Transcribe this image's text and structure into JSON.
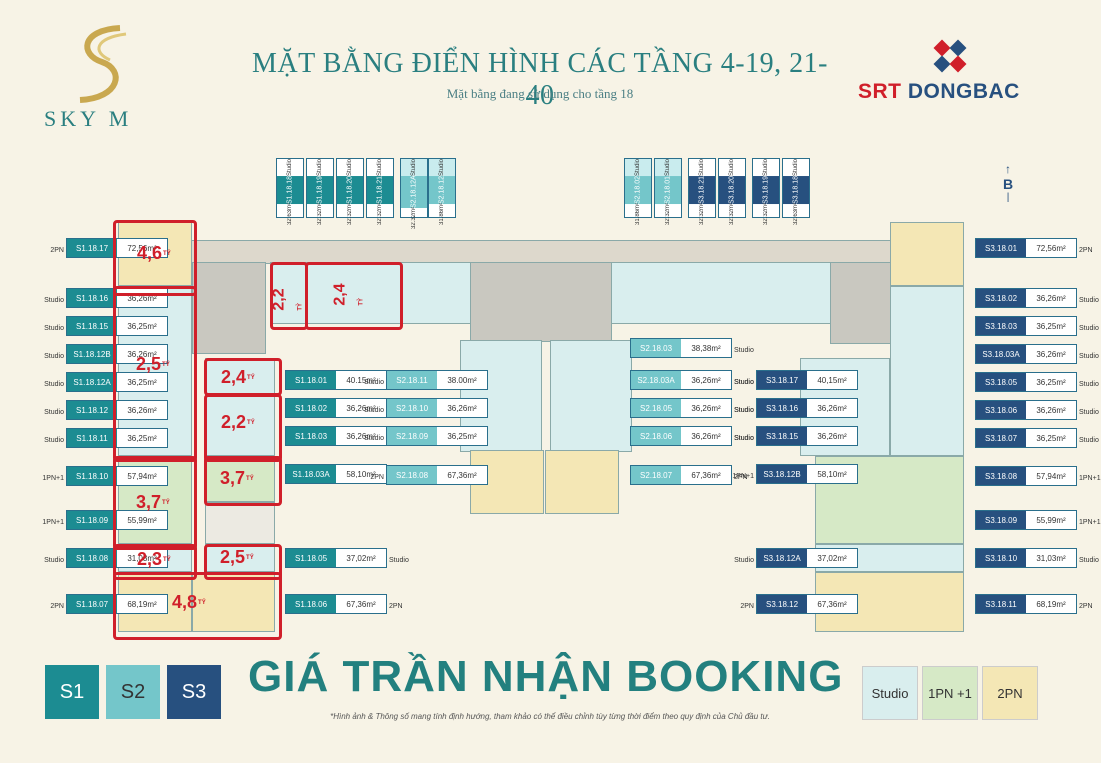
{
  "header": {
    "title": "MẶT BẰNG ĐIỂN HÌNH CÁC TẦNG 4-19, 21-40",
    "subtitle": "Mặt bằng đang sử dụng cho tầng 18",
    "logo_left": "SKY M",
    "logo_right_a": "SRT",
    "logo_right_b": "DONGBAC",
    "compass": "B",
    "colors": {
      "teal": "#2a7f80",
      "red": "#d01f2a",
      "s1": "#1c8c92",
      "s2": "#74c6ca",
      "s3": "#27507f"
    }
  },
  "top_labels_left": [
    {
      "code": "S1.18.18",
      "area": "32.63m²",
      "type": "Studio"
    },
    {
      "code": "S1.18.19",
      "area": "32.32m²",
      "type": "Studio"
    },
    {
      "code": "S1.18.20",
      "area": "32.32m²",
      "type": "Studio"
    },
    {
      "code": "S1.18.21",
      "area": "32.32m²",
      "type": "Studio"
    },
    {
      "code": "S2.18.12A",
      "area": "32.32m²",
      "type": "Studio"
    },
    {
      "code": "S2.18.12",
      "area": "31.86m²",
      "type": "Studio"
    }
  ],
  "top_labels_right": [
    {
      "code": "S2.18.02",
      "area": "31.86m²",
      "type": "Studio"
    },
    {
      "code": "S2.18.01",
      "area": "32.32m²",
      "type": "Studio"
    },
    {
      "code": "S3.18.21",
      "area": "32.32m²",
      "type": "Studio"
    },
    {
      "code": "S3.18.20",
      "area": "32.32m²",
      "type": "Studio"
    },
    {
      "code": "S3.18.19",
      "area": "32.32m²",
      "type": "Studio"
    },
    {
      "code": "S3.18.18",
      "area": "32.63m²",
      "type": "Studio"
    }
  ],
  "s1_outer": [
    {
      "code": "S1.18.17",
      "area": "72,56m²",
      "type": "2PN"
    },
    {
      "code": "S1.18.16",
      "area": "36,26m²",
      "type": "Studio"
    },
    {
      "code": "S1.18.15",
      "area": "36,25m²",
      "type": "Studio"
    },
    {
      "code": "S1.18.12B",
      "area": "36,26m²",
      "type": "Studio"
    },
    {
      "code": "S1.18.12A",
      "area": "36,25m²",
      "type": "Studio"
    },
    {
      "code": "S1.18.12",
      "area": "36,26m²",
      "type": "Studio"
    },
    {
      "code": "S1.18.11",
      "area": "36,25m²",
      "type": "Studio"
    },
    {
      "code": "S1.18.10",
      "area": "57,94m²",
      "type": "1PN+1"
    },
    {
      "code": "S1.18.09",
      "area": "55,99m²",
      "type": "1PN+1"
    },
    {
      "code": "S1.18.08",
      "area": "31,03m²",
      "type": "Studio"
    },
    {
      "code": "S1.18.07",
      "area": "68,19m²",
      "type": "2PN"
    }
  ],
  "s1_inner": [
    {
      "code": "S1.18.01",
      "area": "40.15m²",
      "type": "Studio"
    },
    {
      "code": "S1.18.02",
      "area": "36,26m²",
      "type": "Studio"
    },
    {
      "code": "S1.18.03",
      "area": "36,26m²",
      "type": "Studio"
    },
    {
      "code": "S1.18.03A",
      "area": "58,10m²",
      "type": "1PN+1"
    },
    {
      "code": "S1.18.05",
      "area": "37,02m²",
      "type": "Studio"
    },
    {
      "code": "S1.18.06",
      "area": "67,36m²",
      "type": "2PN"
    }
  ],
  "s2_left": [
    {
      "code": "S2.18.11",
      "area": "38.00m²",
      "type": "Studio"
    },
    {
      "code": "S2.18.10",
      "area": "36,26m²",
      "type": "Studio"
    },
    {
      "code": "S2.18.09",
      "area": "36,25m²",
      "type": "Studio"
    },
    {
      "code": "S2.18.08",
      "area": "67,36m²",
      "type": "2PN"
    }
  ],
  "s2_right": [
    {
      "code": "S2.18.03",
      "area": "38,38m²",
      "type": "Studio"
    },
    {
      "code": "S2.18.03A",
      "area": "36,26m²",
      "type": "Studio"
    },
    {
      "code": "S2.18.05",
      "area": "36,26m²",
      "type": "Studio"
    },
    {
      "code": "S2.18.06",
      "area": "36,26m²",
      "type": "Studio"
    },
    {
      "code": "S2.18.07",
      "area": "67,36m²",
      "type": "2PN"
    }
  ],
  "s3_inner": [
    {
      "code": "S3.18.17",
      "area": "40,15m²",
      "type": "Studio"
    },
    {
      "code": "S3.18.16",
      "area": "36,26m²",
      "type": "Studio"
    },
    {
      "code": "S3.18.15",
      "area": "36,26m²",
      "type": "Studio"
    },
    {
      "code": "S3.18.12B",
      "area": "58,10m²",
      "type": "1PN+1"
    },
    {
      "code": "S3.18.12A",
      "area": "37,02m²",
      "type": "Studio"
    },
    {
      "code": "S3.18.12",
      "area": "67,36m²",
      "type": "2PN"
    }
  ],
  "s3_outer": [
    {
      "code": "S3.18.01",
      "area": "72,56m²",
      "type": "2PN"
    },
    {
      "code": "S3.18.02",
      "area": "36,26m²",
      "type": "Studio"
    },
    {
      "code": "S3.18.03",
      "area": "36,25m²",
      "type": "Studio"
    },
    {
      "code": "S3.18.03A",
      "area": "36,26m²",
      "type": "Studio"
    },
    {
      "code": "S3.18.05",
      "area": "36,25m²",
      "type": "Studio"
    },
    {
      "code": "S3.18.06",
      "area": "36,26m²",
      "type": "Studio"
    },
    {
      "code": "S3.18.07",
      "area": "36,25m²",
      "type": "Studio"
    },
    {
      "code": "S3.18.08",
      "area": "57,94m²",
      "type": "1PN+1"
    },
    {
      "code": "S3.18.09",
      "area": "55,99m²",
      "type": "1PN+1"
    },
    {
      "code": "S3.18.10",
      "area": "31,03m²",
      "type": "Studio"
    },
    {
      "code": "S3.18.11",
      "area": "68,19m²",
      "type": "2PN"
    }
  ],
  "prices": [
    {
      "value": "4,6",
      "unit": "TỶ"
    },
    {
      "value": "2,2",
      "unit": "TỶ"
    },
    {
      "value": "2,4",
      "unit": "TỶ"
    },
    {
      "value": "2,5",
      "unit": "TỶ"
    },
    {
      "value": "2,4",
      "unit": "TỶ"
    },
    {
      "value": "2,2",
      "unit": "TỶ"
    },
    {
      "value": "3,7",
      "unit": "TỶ"
    },
    {
      "value": "3,7",
      "unit": "TỶ"
    },
    {
      "value": "2,3",
      "unit": "TỶ"
    },
    {
      "value": "2,5",
      "unit": "TỶ"
    },
    {
      "value": "4,8",
      "unit": "TỶ"
    }
  ],
  "footer": {
    "legend_blocks": [
      "S1",
      "S2",
      "S3"
    ],
    "headline": "GIÁ TRẦN NHẬN BOOKING",
    "legend_types": [
      "Studio",
      "1PN +1",
      "2PN"
    ],
    "note": "*Hình ảnh & Thông số mang tính định hướng, tham khảo có thể điều chỉnh tùy từng thời điểm theo quy định của Chủ đầu tư."
  }
}
